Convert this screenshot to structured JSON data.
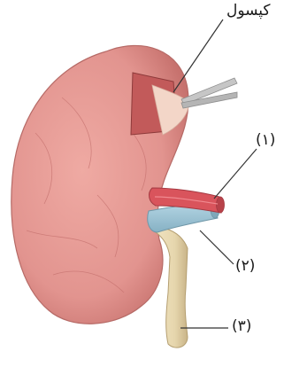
{
  "labels": {
    "capsule": "کپسول",
    "one": "(۱)",
    "two": "(۲)",
    "three": "(۳)"
  },
  "colors": {
    "kidney": "#e2948f",
    "kidney_dark": "#c7726e",
    "artery": "#d9545c",
    "vein": "#9cc3d4",
    "ureter": "#e6d6ad",
    "capsule_flap": "#f3d6c8",
    "forceps": "#b8b8b8"
  }
}
